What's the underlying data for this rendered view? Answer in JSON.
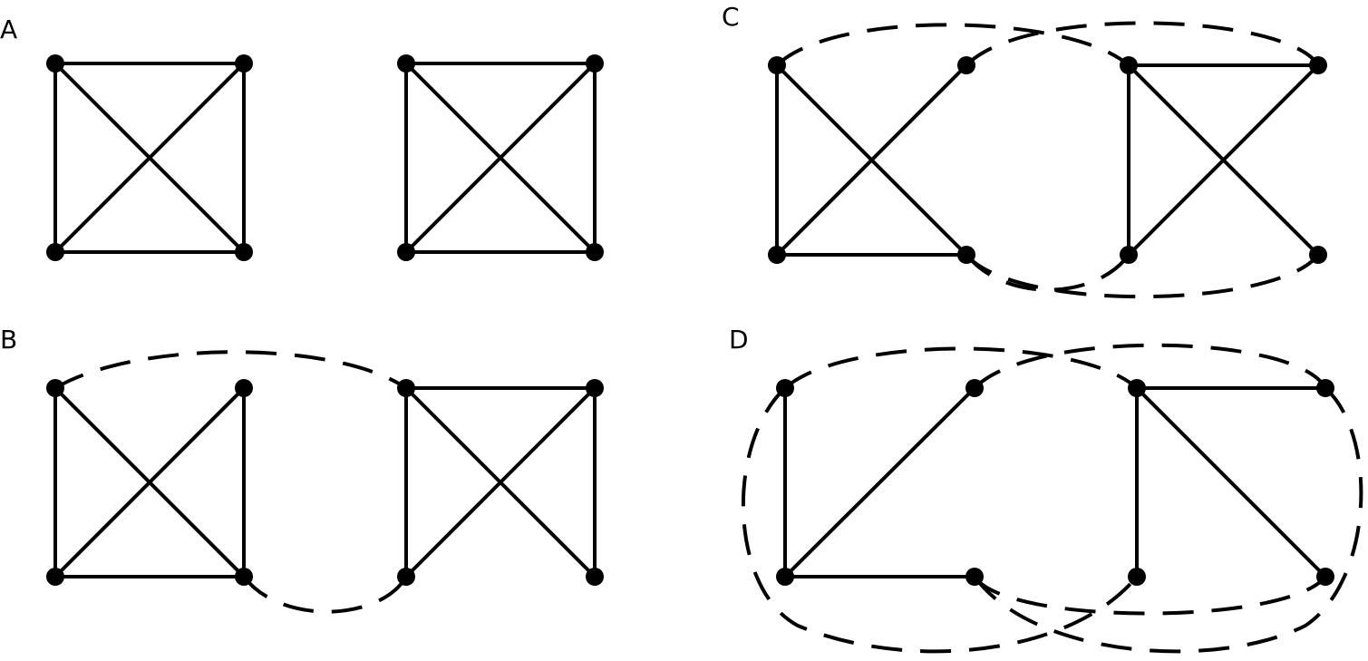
{
  "panels": [
    {
      "id": "A",
      "label": "A"
    },
    {
      "id": "B",
      "label": "B"
    },
    {
      "id": "C",
      "label": "C"
    },
    {
      "id": "D",
      "label": "D"
    }
  ],
  "colors": {
    "stroke": "#000000",
    "background": "#ffffff"
  }
}
